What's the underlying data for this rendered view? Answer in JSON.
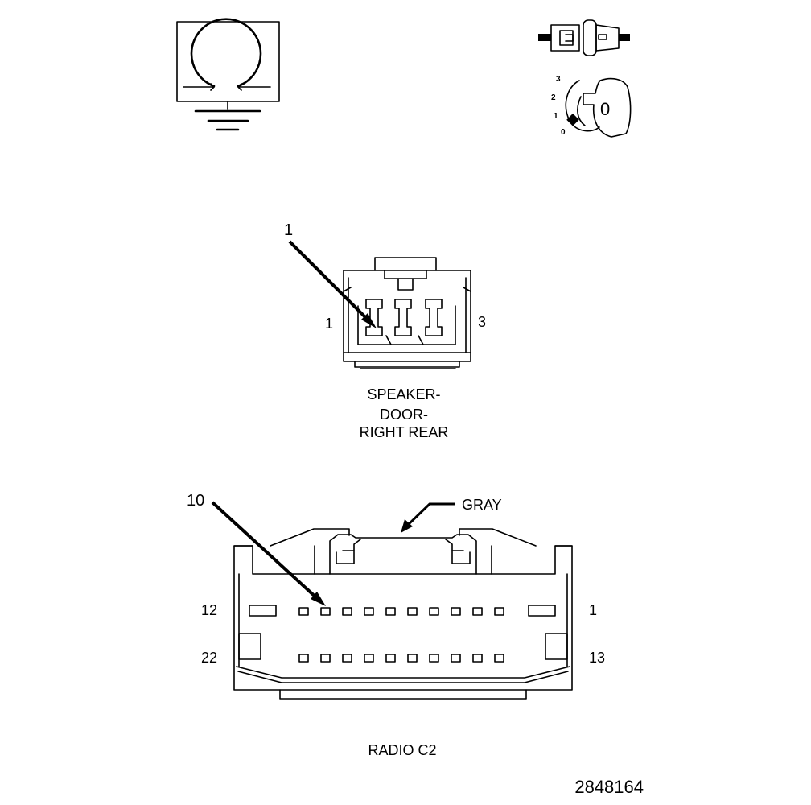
{
  "ground_symbol": {
    "icon": "ground-loop-icon"
  },
  "ignition_symbol": {
    "icon": "ignition-key-icon",
    "positions": [
      "3",
      "2",
      "1",
      "0"
    ],
    "key_label": "0"
  },
  "speaker_connector": {
    "callout": "1",
    "pin_left": "1",
    "pin_right": "3",
    "title_lines": [
      "SPEAKER-",
      "DOOR-",
      "RIGHT REAR"
    ]
  },
  "radio_connector": {
    "callout": "10",
    "color_label": "GRAY",
    "pin_top_left": "12",
    "pin_top_right": "1",
    "pin_bottom_left": "22",
    "pin_bottom_right": "13",
    "title": "RADIO C2"
  },
  "figure_id": "2848164"
}
